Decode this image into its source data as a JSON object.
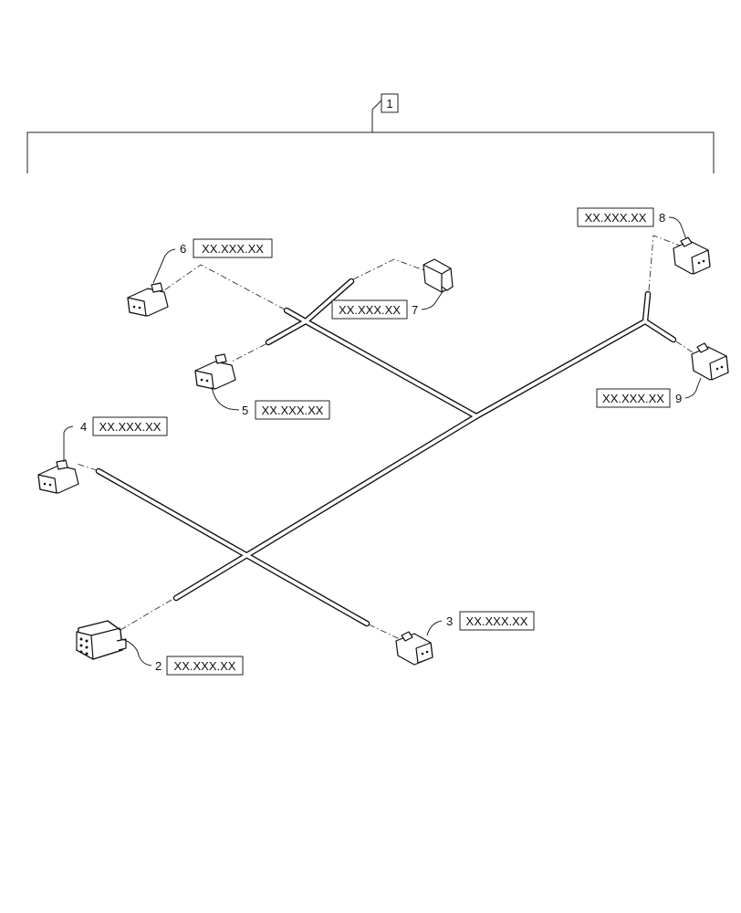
{
  "assembly": {
    "item": "1"
  },
  "callouts": [
    {
      "item": "2",
      "ref": "XX.XXX.XX"
    },
    {
      "item": "3",
      "ref": "XX.XXX.XX"
    },
    {
      "item": "4",
      "ref": "XX.XXX.XX"
    },
    {
      "item": "5",
      "ref": "XX.XXX.XX"
    },
    {
      "item": "6",
      "ref": "XX.XXX.XX"
    },
    {
      "item": "7",
      "ref": "XX.XXX.XX"
    },
    {
      "item": "8",
      "ref": "XX.XXX.XX"
    },
    {
      "item": "9",
      "ref": "XX.XXX.XX"
    }
  ]
}
